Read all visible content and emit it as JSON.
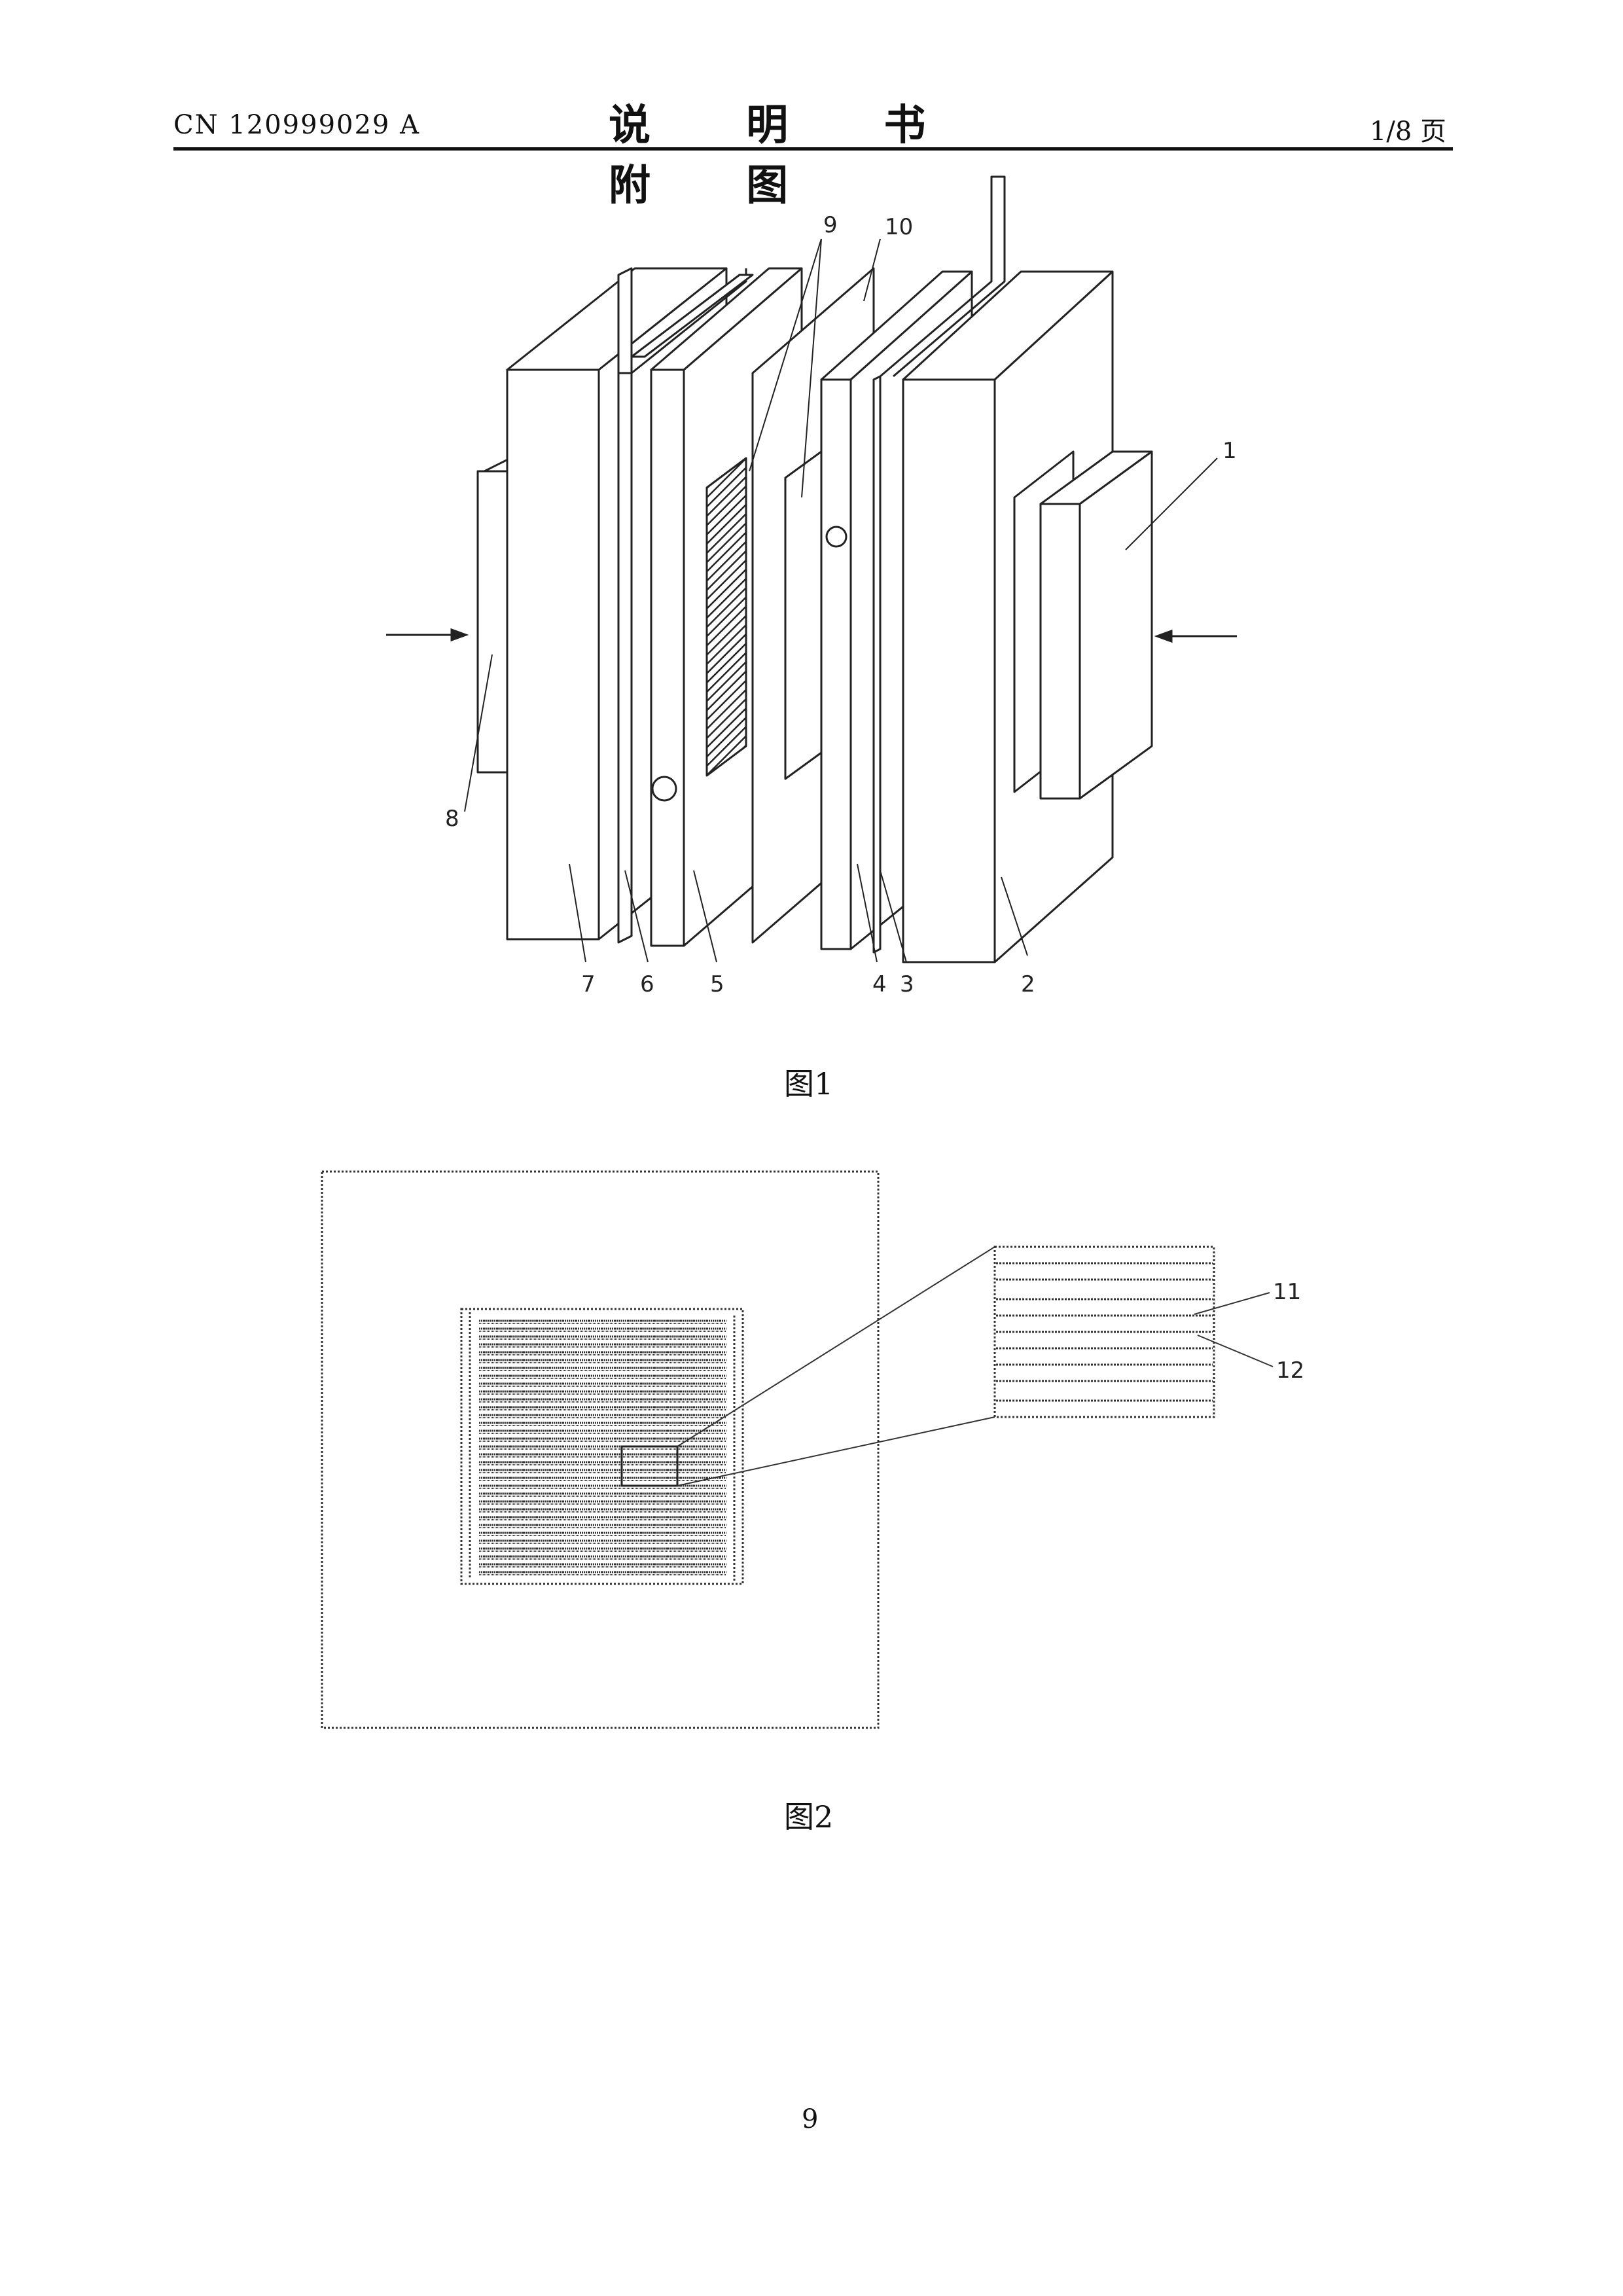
{
  "header": {
    "patent_number": "CN 120999029 A",
    "title": "说 明 书 附 图",
    "page_indicator": "1/8 页"
  },
  "figure1": {
    "caption": "图1",
    "labels": {
      "l1": "1",
      "l2": "2",
      "l3": "3",
      "l4": "4",
      "l5": "5",
      "l6": "6",
      "l7": "7",
      "l8": "8",
      "l9": "9",
      "l10": "10"
    }
  },
  "figure2": {
    "caption": "图2",
    "labels": {
      "l11": "11",
      "l12": "12"
    }
  },
  "footer": {
    "page_number": "9"
  }
}
